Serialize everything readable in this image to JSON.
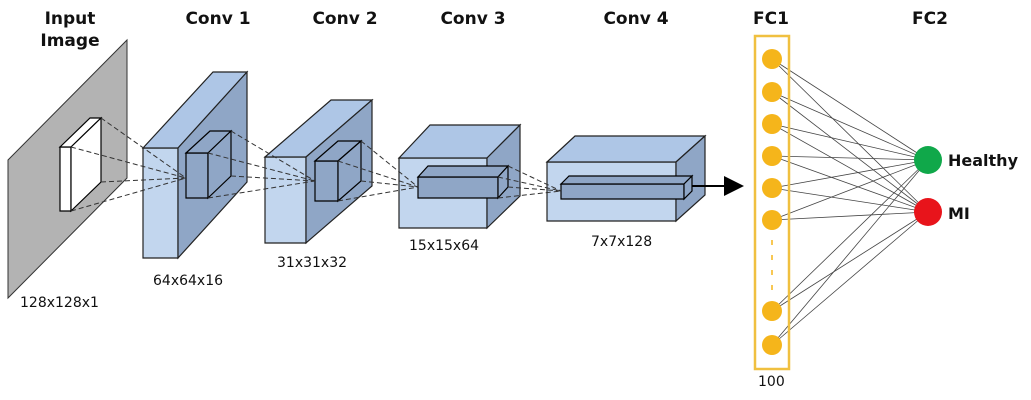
{
  "layers": [
    {
      "title_lines": [
        "Input",
        "Image"
      ],
      "dim": "128x128x1"
    },
    {
      "title": "Conv 1",
      "dim": "64x64x16"
    },
    {
      "title": "Conv 2",
      "dim": "31x31x32"
    },
    {
      "title": "Conv 3",
      "dim": "15x15x64"
    },
    {
      "title": "Conv 4",
      "dim": "7x7x128"
    },
    {
      "title": "FC1",
      "dim": "100"
    },
    {
      "title": "FC2"
    }
  ],
  "outputs": [
    {
      "label": "Healthy",
      "color": "#10a84a"
    },
    {
      "label": "MI",
      "color": "#e8141b"
    }
  ],
  "colors": {
    "input_plane": "#b3b3b3",
    "block_front": "#c2d6ee",
    "block_top": "#aec6e6",
    "block_side": "#8fa6c6",
    "fc_node": "#f5b51b",
    "fc_border": "#f0c040"
  }
}
